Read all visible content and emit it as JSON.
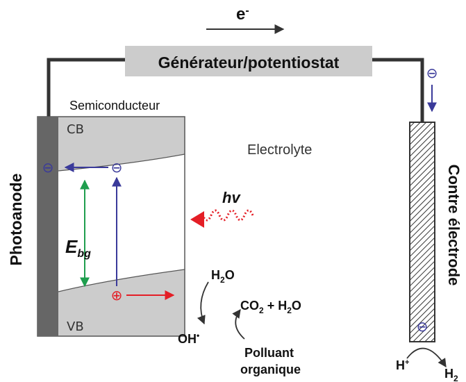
{
  "circuit": {
    "generator_label": "Générateur/potentiostat",
    "electron_flow": {
      "symbol": "e",
      "superscript": "-"
    }
  },
  "photoanode": {
    "label": "Photoanode"
  },
  "semiconductor": {
    "label": "Semiconducteur",
    "conduction_band": "CB",
    "valence_band": "VB",
    "band_gap": {
      "symbol": "E",
      "subscript": "bg"
    }
  },
  "electrolyte": {
    "label": "Electrolyte"
  },
  "light": {
    "label": "hv"
  },
  "counter_electrode": {
    "label": "Contre électrode"
  },
  "carriers": {
    "electron_symbol": "⊖",
    "hole_symbol": "⊕"
  },
  "oxidation": {
    "h2o": {
      "base": "H",
      "sub": "2",
      "tail": "O"
    },
    "hydroxyl_radical": {
      "base": "OH",
      "sup": "•"
    },
    "products": {
      "base1": "CO",
      "sub1": "2",
      "mid": " + H",
      "sub2": "2",
      "tail": "O"
    },
    "pollutant_line1": "Polluant",
    "pollutant_line2": "organique"
  },
  "reduction": {
    "proton": {
      "base": "H",
      "sup": "+"
    },
    "hydrogen": {
      "base": "H",
      "sub": "2"
    }
  },
  "colors": {
    "wire": "#333333",
    "generator_box": "#cccccc",
    "photoanode_bar": "#666666",
    "band_fill": "#cccccc",
    "semiconductor_outline": "#555555",
    "electron": "#3a3a9a",
    "hole": "#e41e26",
    "band_gap_arrow": "#1f9e4e",
    "light": "#e41e26",
    "text": "#111111"
  }
}
